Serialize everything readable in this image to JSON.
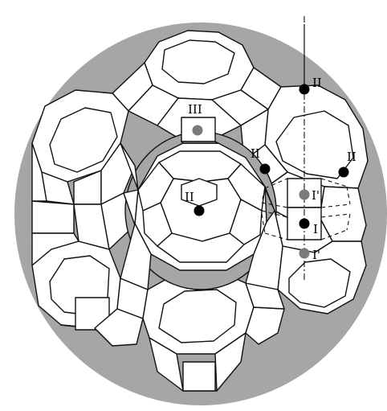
{
  "labels": {
    "site_III": "III",
    "site_II_supercage": "II",
    "site_II_left": "II",
    "site_II_right": "II",
    "site_II_top": "II",
    "site_I_prime_upper": "I'",
    "site_I": "I",
    "site_I_prime_lower": "I'"
  },
  "colors": {
    "background_disc": "#a6a6a6",
    "cage_fill": "#ffffff",
    "cage_stroke": "#111111",
    "site_dark": "#000000",
    "site_grey": "#7a7a7a"
  }
}
